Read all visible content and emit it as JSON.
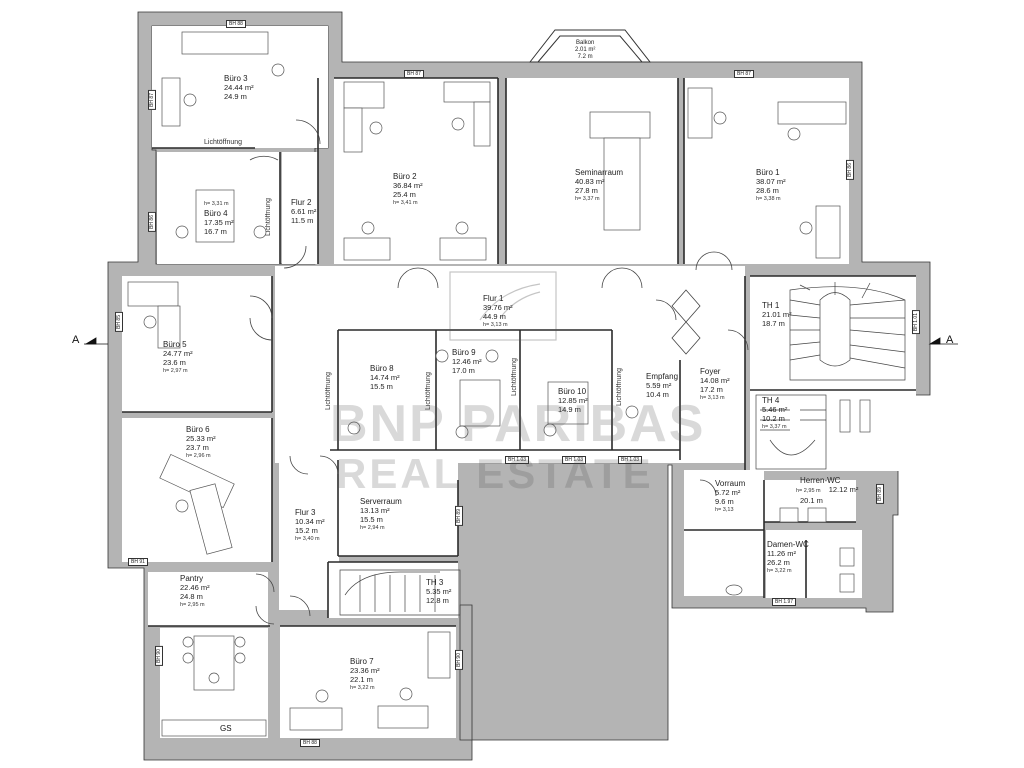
{
  "rooms": {
    "buero3": {
      "name": "Büro 3",
      "area": "24.44 m²",
      "perim": "24.9 m",
      "height": ""
    },
    "buero2": {
      "name": "Büro 2",
      "area": "36.84 m²",
      "perim": "25.4 m",
      "height": "h= 3,41 m"
    },
    "seminar": {
      "name": "Seminarraum",
      "area": "40.83 m²",
      "perim": "27.8 m",
      "height": "h= 3,37 m"
    },
    "buero1": {
      "name": "Büro 1",
      "area": "38.07 m²",
      "perim": "28.6 m",
      "height": "h= 3,38 m"
    },
    "buero4": {
      "name": "Büro 4",
      "area": "17.35 m²",
      "perim": "16.7 m",
      "height": "h= 3,31 m"
    },
    "flur2": {
      "name": "Flur 2",
      "area": "6.61 m²",
      "perim": "11.5 m",
      "height": ""
    },
    "flur1": {
      "name": "Flur 1",
      "area": "39.76 m²",
      "perim": "44.9 m",
      "height": "h= 3,13 m"
    },
    "th1": {
      "name": "TH 1",
      "area": "21.01 m²",
      "perim": "18.7 m",
      "height": ""
    },
    "buero5": {
      "name": "Büro 5",
      "area": "24.77 m²",
      "perim": "23.6 m",
      "height": "h= 2,97 m"
    },
    "buero8": {
      "name": "Büro 8",
      "area": "14.74 m²",
      "perim": "15.5 m",
      "height": ""
    },
    "buero9": {
      "name": "Büro 9",
      "area": "12.46 m²",
      "perim": "17.0 m",
      "height": ""
    },
    "buero10": {
      "name": "Büro 10",
      "area": "12.85 m²",
      "perim": "14.9 m",
      "height": ""
    },
    "empfang": {
      "name": "Empfang",
      "area": "5.59 m²",
      "perim": "10.4 m",
      "height": ""
    },
    "foyer": {
      "name": "Foyer",
      "area": "14.08 m²",
      "perim": "17.2 m",
      "height": "h= 3,13 m"
    },
    "th4": {
      "name": "TH 4",
      "area": "5.46 m²",
      "perim": "10.2 m",
      "height": "h= 3,37 m"
    },
    "buero6": {
      "name": "Büro 6",
      "area": "25.33 m²",
      "perim": "23.7 m",
      "height": "h= 2,96 m"
    },
    "serverraum": {
      "name": "Serverraum",
      "area": "13.13 m²",
      "perim": "15.5 m",
      "height": "h= 2,94 m"
    },
    "flur3": {
      "name": "Flur 3",
      "area": "10.34 m²",
      "perim": "15.2 m",
      "height": "h= 3,40 m"
    },
    "vorraum": {
      "name": "Vorraum",
      "area": "5.72 m²",
      "perim": "9.6 m",
      "height": "h= 3,13"
    },
    "herrenwc": {
      "name": "Herren-WC",
      "area": "12.12 m²",
      "perim": "20.1 m",
      "height": "h= 2,95 m"
    },
    "damenwc": {
      "name": "Damen-WC",
      "area": "11.26 m²",
      "perim": "26.2 m",
      "height": "h= 3,22 m"
    },
    "pantry": {
      "name": "Pantry",
      "area": "22.46 m²",
      "perim": "24.8 m",
      "height": "h= 2,95 m"
    },
    "th3": {
      "name": "TH 3",
      "area": "5.35 m²",
      "perim": "12.8 m",
      "height": ""
    },
    "buero7": {
      "name": "Büro 7",
      "area": "23.36 m²",
      "perim": "22.1 m",
      "height": "h= 3,22 m"
    },
    "balkon": {
      "name": "Balkon",
      "area": "2.01 m²",
      "perim": "7.2 m",
      "height": ""
    }
  },
  "labels": {
    "lichtoeffnung": "Lichtöffnung",
    "section_left": "A",
    "section_right": "A",
    "gs": "GS"
  },
  "bh_tags": {
    "bh88": "BH 88",
    "bh87": "BH 87",
    "bh85": "BH 85",
    "bh86": "BH 86",
    "bh91": "BH 91",
    "bh90": "BH 90",
    "bh89": "BH 89",
    "bh101": "BH 1.01",
    "bh103": "BH 1.03",
    "bh197": "BH 1.97"
  },
  "watermark": {
    "line1": "BNP PARIBAS",
    "line2": "REAL ESTATE"
  },
  "colors": {
    "outer_wall": "#b4b4b4",
    "wall_line": "#2a2a2a",
    "background": "#ffffff"
  }
}
